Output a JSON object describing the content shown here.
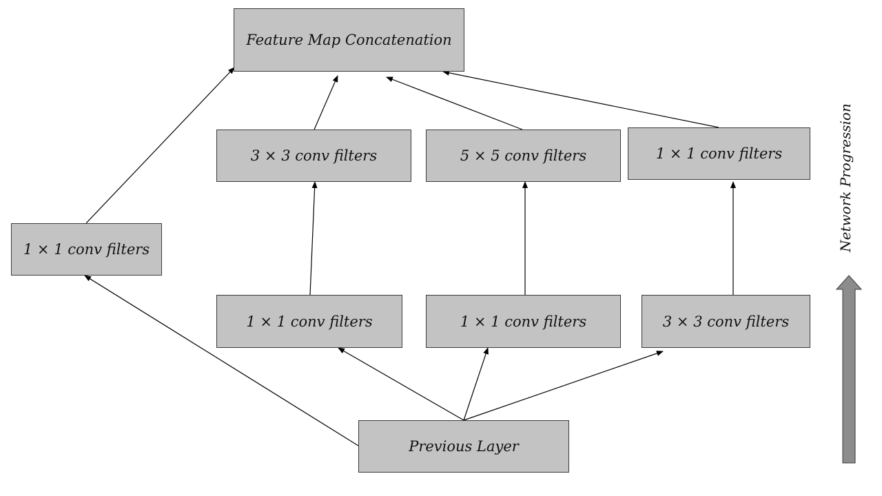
{
  "nodes": {
    "concat": "Feature Map Concatenation",
    "branch1_conv": "1 × 1 conv filters",
    "branch2_top": "3 × 3 conv filters",
    "branch3_top": "5 × 5 conv filters",
    "branch4_top": "1 × 1 conv filters",
    "branch2_bottom": "1 × 1 conv filters",
    "branch3_bottom": "1 × 1 conv filters",
    "branch4_bottom": "3 × 3 conv filters",
    "previous": "Previous Layer"
  },
  "side_label": "Network Progression",
  "colors": {
    "node_fill": "#c3c3c3",
    "node_border": "#3a3a3a",
    "arrow": "#000000",
    "progression_arrow_fill": "#8c8c8c"
  }
}
